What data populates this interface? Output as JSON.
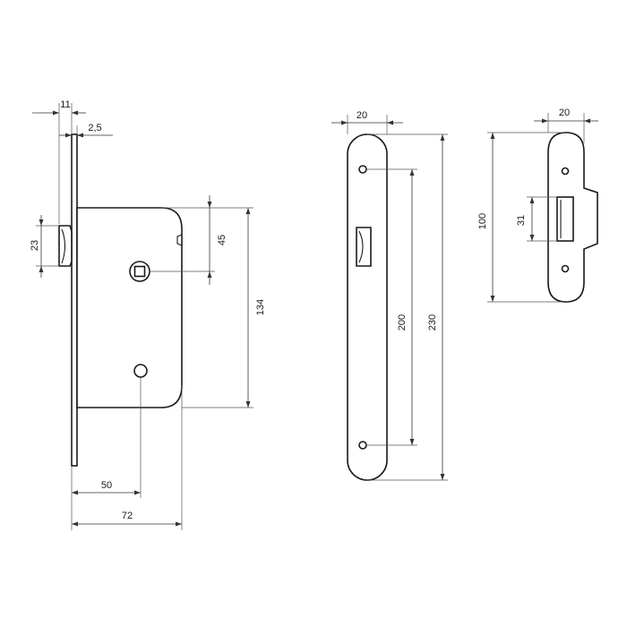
{
  "dimensions": {
    "lock_faceplate_thickness": "11",
    "lock_faceplate_offset": "2,5",
    "lock_latch_height": "23",
    "lock_spindle_offset": "45",
    "lock_body_height": "134",
    "lock_backset": "50",
    "lock_body_width": "72",
    "faceplate_width": "20",
    "faceplate_screw_spacing": "200",
    "faceplate_length": "230",
    "strike_width": "20",
    "strike_length": "100",
    "strike_opening": "31"
  }
}
